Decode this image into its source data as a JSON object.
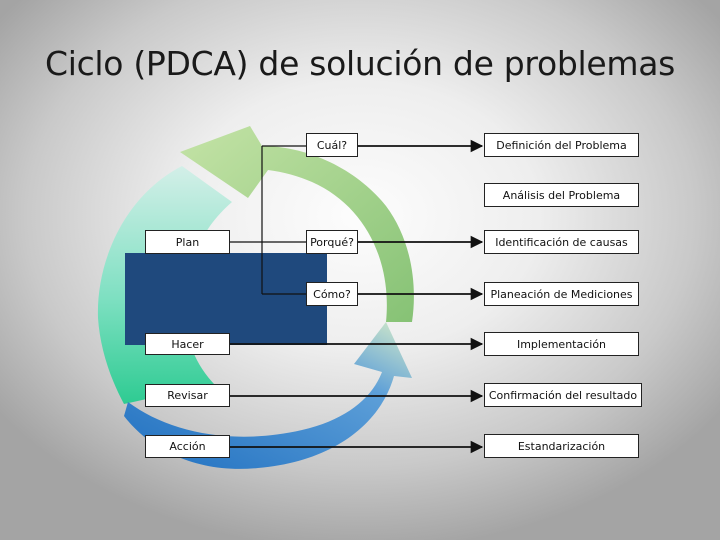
{
  "title": "Ciclo (PDCA) de solución de problemas",
  "phases": {
    "plan": "Plan",
    "do": "Hacer",
    "check": "Revisar",
    "act": "Acción"
  },
  "questions": {
    "what": "Cuál?",
    "why": "Porqué?",
    "how": "Cómo?"
  },
  "steps": {
    "definition": "Definición del Problema",
    "analysis": "Análisis del Problema",
    "causes": "Identificación de causas",
    "measures": "Planeación de Mediciones",
    "implementation": "Implementación",
    "confirmation": "Confirmación del resultado",
    "standardization": "Estandarización"
  },
  "colors": {
    "arrow_green": "#9fce7e",
    "arrow_teal": "#3fcfa0",
    "arrow_blue": "#2e79c4",
    "block_navy": "#1f497d"
  }
}
